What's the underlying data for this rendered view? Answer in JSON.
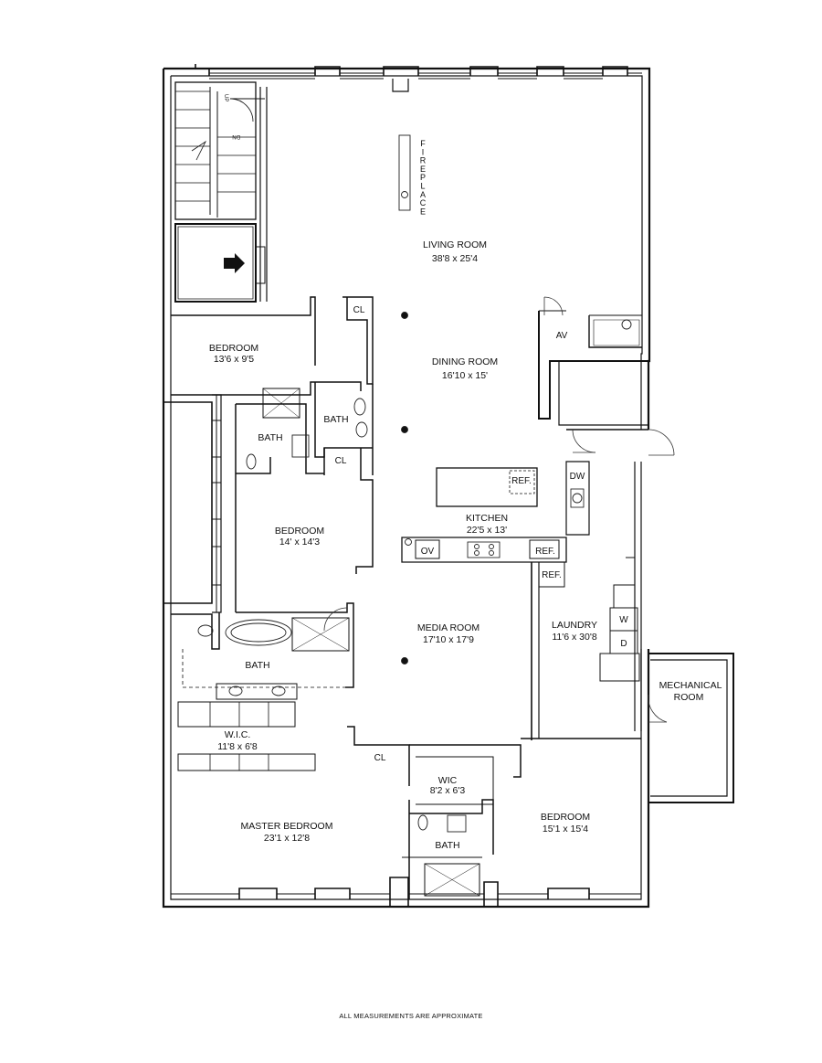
{
  "rooms": {
    "living_room": {
      "name": "LIVING ROOM",
      "dims": "38'8 x 25'4"
    },
    "dining_room": {
      "name": "DINING ROOM",
      "dims": "16'10 x 15'"
    },
    "bedroom_nw": {
      "name": "BEDROOM",
      "dims": "13'6 x 9'5"
    },
    "bedroom_w": {
      "name": "BEDROOM",
      "dims": "14' x 14'3"
    },
    "kitchen": {
      "name": "KITCHEN",
      "dims": "22'5 x 13'"
    },
    "media_room": {
      "name": "MEDIA ROOM",
      "dims": "17'10 x 17'9"
    },
    "laundry": {
      "name": "LAUNDRY",
      "dims": "11'6 x 30'8"
    },
    "mechanical_room": {
      "name_line1": "MECHANICAL",
      "name_line2": "ROOM"
    },
    "wic_master": {
      "name": "W.I.C.",
      "dims": "11'8 x 6'8"
    },
    "master_bedroom": {
      "name": "MASTER BEDROOM",
      "dims": "23'1 x 12'8"
    },
    "wic_se": {
      "name": "WIC",
      "dims": "8'2 x 6'3"
    },
    "bedroom_se": {
      "name": "BEDROOM",
      "dims": "15'1 x 15'4"
    },
    "bath_center": {
      "name": "BATH"
    },
    "bath_west": {
      "name": "BATH"
    },
    "bath_master": {
      "name": "BATH"
    },
    "bath_se": {
      "name": "BATH"
    }
  },
  "labels": {
    "fireplace": "FIREPLACE",
    "closet": "CL",
    "av": "AV",
    "dishwasher": "DW",
    "refrigerator": "REF.",
    "oven": "OV",
    "washer": "W",
    "dryer": "D",
    "stair_up": "UP",
    "stair_down": "DN"
  },
  "footnote": "ALL MEASUREMENTS ARE APPROXIMATE"
}
